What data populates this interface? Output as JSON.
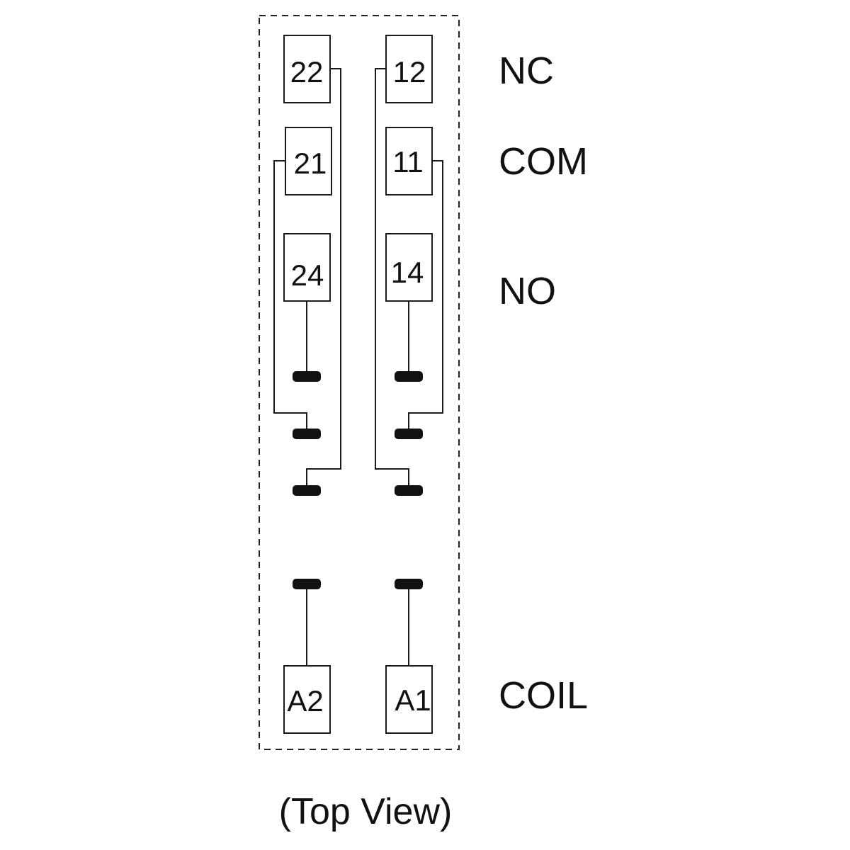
{
  "terminals": {
    "t22": "22",
    "t12": "12",
    "t21": "21",
    "t11": "11",
    "t24": "24",
    "t14": "14",
    "a2": "A2",
    "a1": "A1"
  },
  "row_labels": {
    "nc": "NC",
    "com": "COM",
    "no": "NO",
    "coil": "COIL"
  },
  "caption": "(Top View)"
}
